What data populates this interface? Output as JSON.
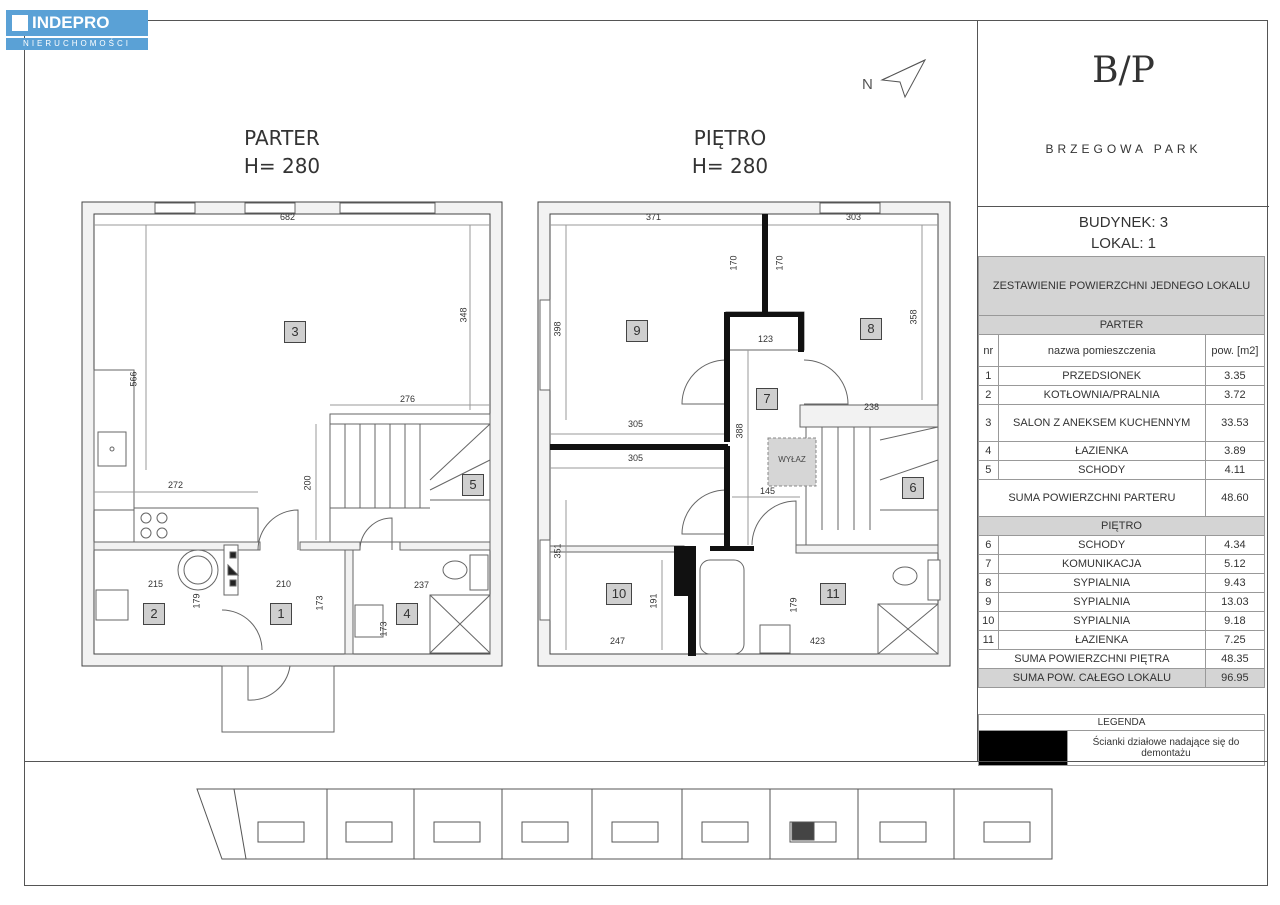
{
  "logo": {
    "top": "INDEPRO",
    "bottom": "NIERUCHOMOŚCI"
  },
  "brand": {
    "monogram": "B/P",
    "name": "BRZEGOWA PARK"
  },
  "building": {
    "line1": "BUDYNEK: 3",
    "line2": "LOKAL: 1"
  },
  "parter": {
    "title": "PARTER",
    "height": "H= 280"
  },
  "pietro": {
    "title": "PIĘTRO",
    "height": "H= 280"
  },
  "compass": {
    "label": "N"
  },
  "wylaz": "WYŁAZ",
  "dims_parter": [
    "682",
    "566",
    "348",
    "276",
    "272",
    "200",
    "215",
    "179",
    "210",
    "173",
    "237",
    "173"
  ],
  "dims_pietro": [
    "371",
    "303",
    "170",
    "170",
    "398",
    "358",
    "123",
    "388",
    "305",
    "305",
    "238",
    "145",
    "351",
    "191",
    "247",
    "179",
    "423"
  ],
  "room_numbers_parter": [
    "3",
    "5",
    "2",
    "1",
    "4"
  ],
  "room_numbers_pietro": [
    "9",
    "8",
    "7",
    "6",
    "10",
    "11"
  ],
  "table": {
    "title": "ZESTAWIENIE POWIERZCHNI JEDNEGO LOKALU",
    "parter_label": "PARTER",
    "col_nr": "nr",
    "col_name": "nazwa pomieszczenia",
    "col_area": "pow. [m2]",
    "parter_rows": [
      {
        "nr": "1",
        "name": "PRZEDSIONEK",
        "area": "3.35"
      },
      {
        "nr": "2",
        "name": "KOTŁOWNIA/PRALNIA",
        "area": "3.72"
      },
      {
        "nr": "3",
        "name": "SALON Z ANEKSEM KUCHENNYM",
        "area": "33.53"
      },
      {
        "nr": "4",
        "name": "ŁAZIENKA",
        "area": "3.89"
      },
      {
        "nr": "5",
        "name": "SCHODY",
        "area": "4.11"
      }
    ],
    "parter_sum_label": "SUMA POWIERZCHNI PARTERU",
    "parter_sum": "48.60",
    "pietro_label": "PIĘTRO",
    "pietro_rows": [
      {
        "nr": "6",
        "name": "SCHODY",
        "area": "4.34"
      },
      {
        "nr": "7",
        "name": "KOMUNIKACJA",
        "area": "5.12"
      },
      {
        "nr": "8",
        "name": "SYPIALNIA",
        "area": "9.43"
      },
      {
        "nr": "9",
        "name": "SYPIALNIA",
        "area": "13.03"
      },
      {
        "nr": "10",
        "name": "SYPIALNIA",
        "area": "9.18"
      },
      {
        "nr": "11",
        "name": "ŁAZIENKA",
        "area": "7.25"
      }
    ],
    "pietro_sum_label": "SUMA POWIERZCHNI PIĘTRA",
    "pietro_sum": "48.35",
    "total_label": "SUMA POW. CAŁEGO LOKALU",
    "total": "96.95"
  },
  "legend": {
    "title": "LEGENDA",
    "item": "Ścianki działowe nadające się do demontażu",
    "swatch_color": "#000000"
  }
}
